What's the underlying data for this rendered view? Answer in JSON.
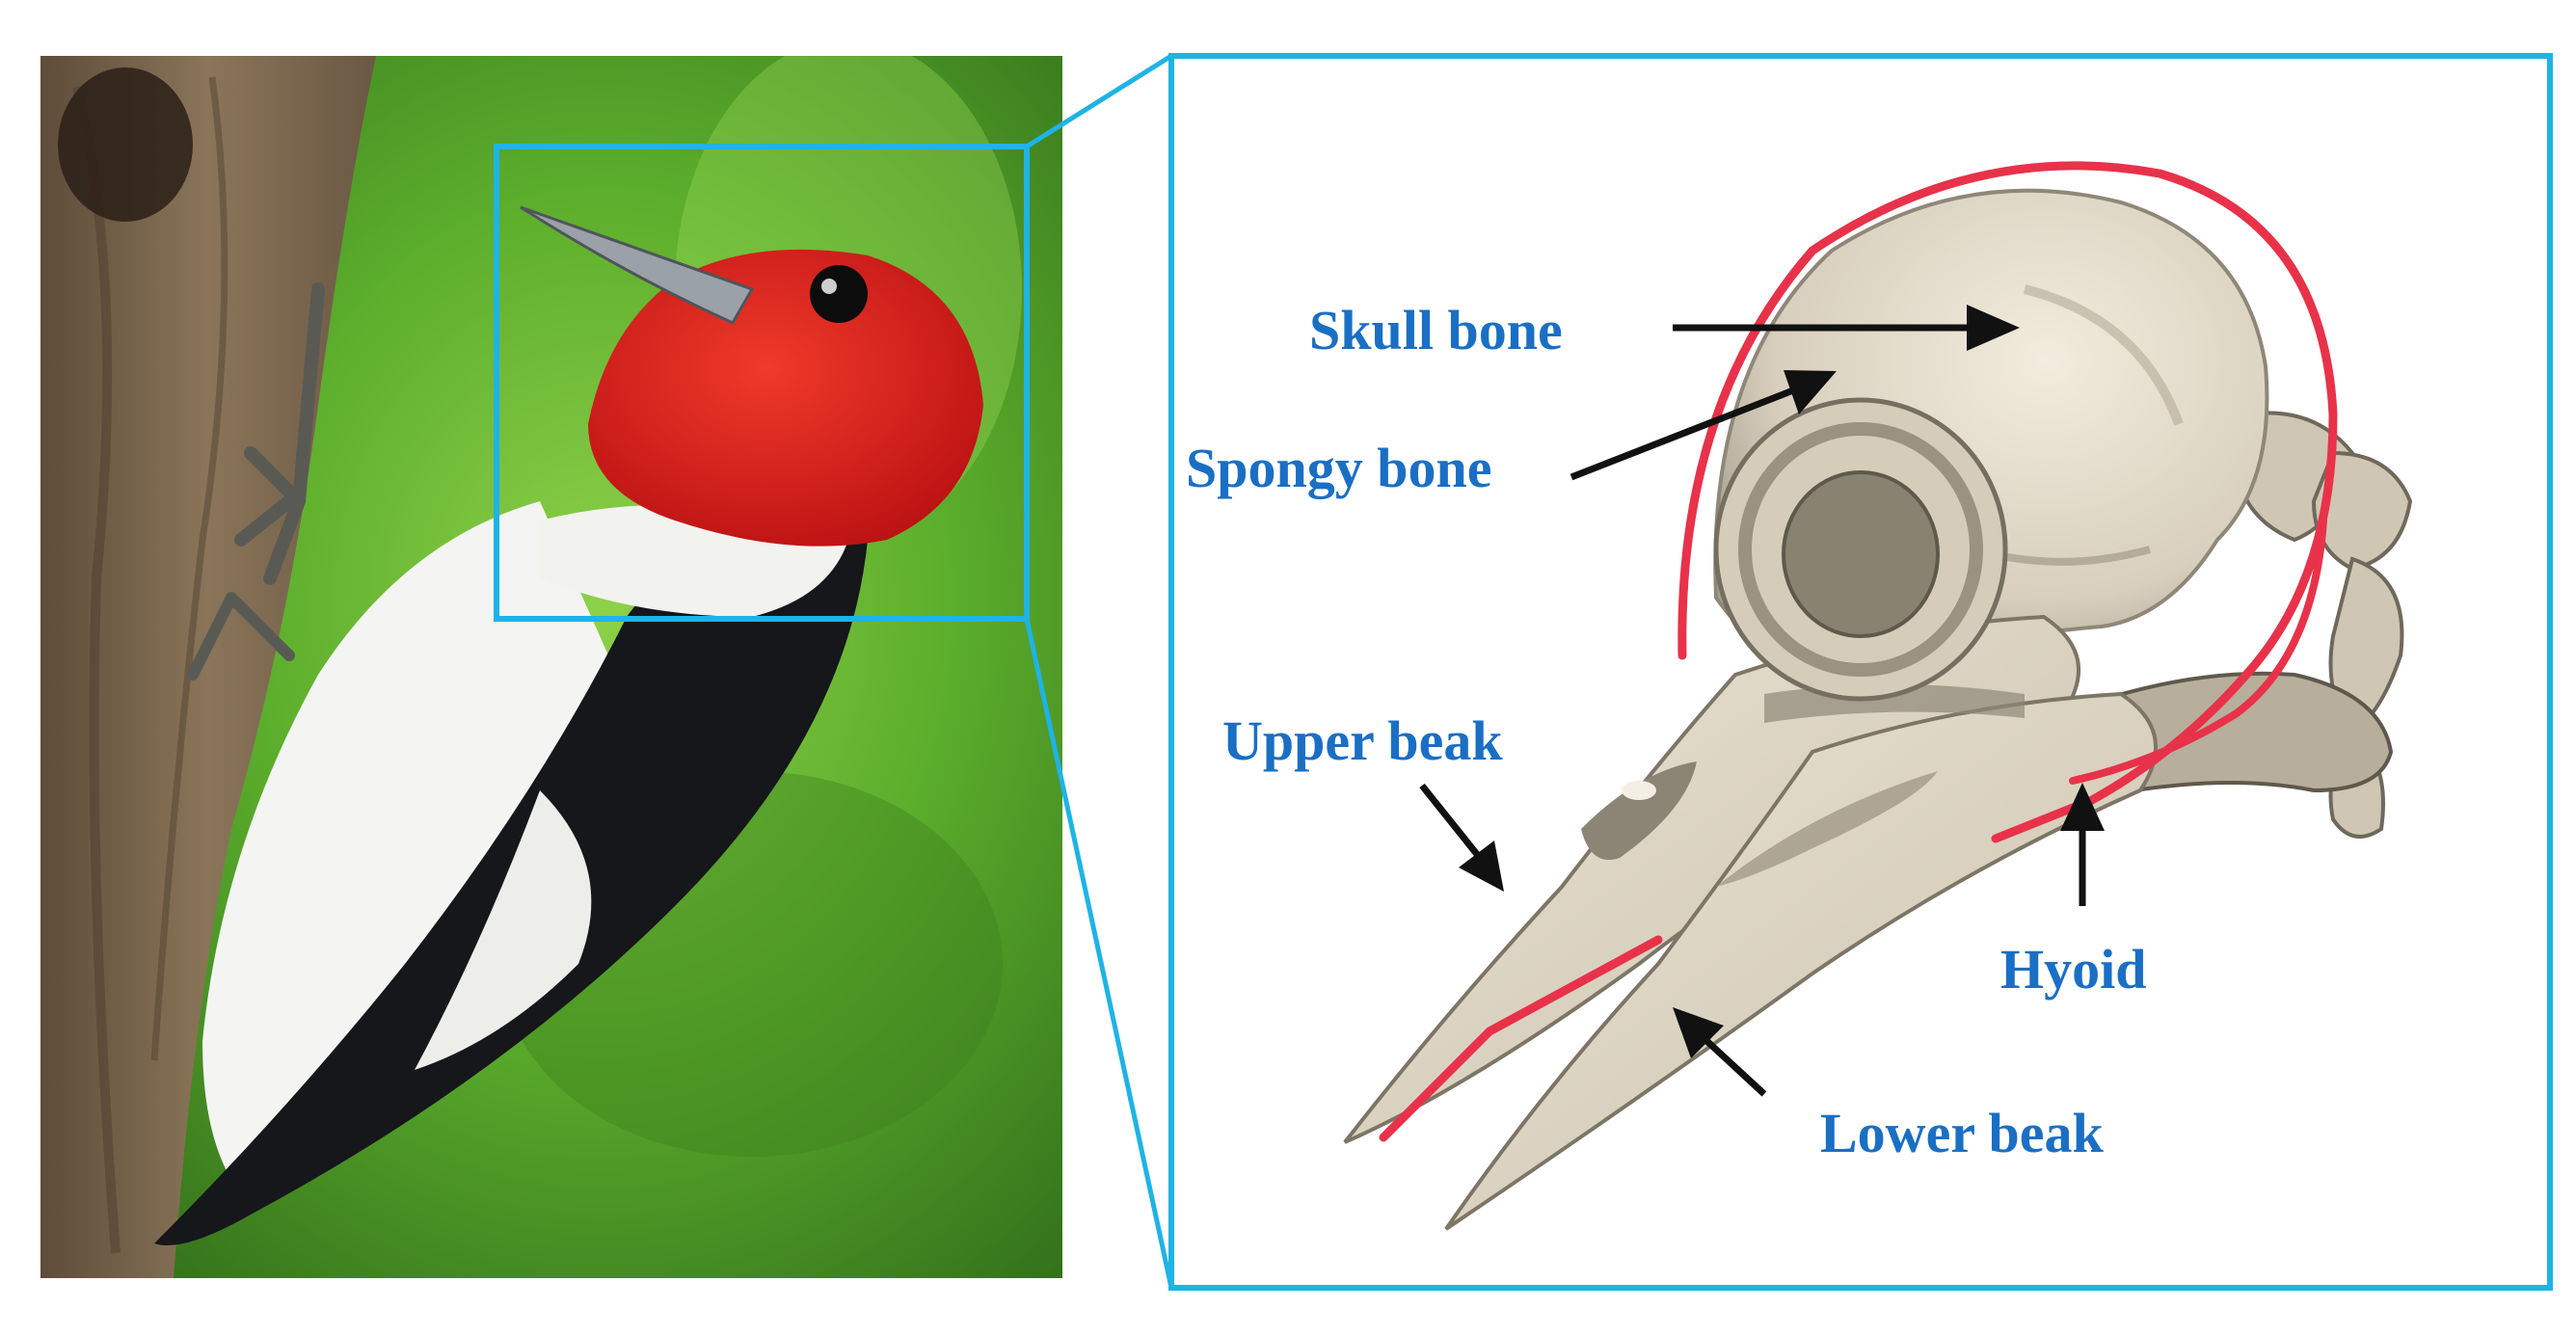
{
  "labels": {
    "skull_bone": "Skull bone",
    "spongy_bone": "Spongy bone",
    "upper_beak": "Upper beak",
    "hyoid": "Hyoid",
    "lower_beak": "Lower beak"
  },
  "colors": {
    "accent_frame": "#1fb3e6",
    "label_text": "#1a6fc4",
    "arrow": "#111111",
    "outline": "#e8324a",
    "bone": "#e4dccb",
    "bone_shadow": "#8f8779",
    "woodpecker_head": "#e01e1e",
    "background_green": "#5cae2c",
    "bark": "#7a6650"
  }
}
